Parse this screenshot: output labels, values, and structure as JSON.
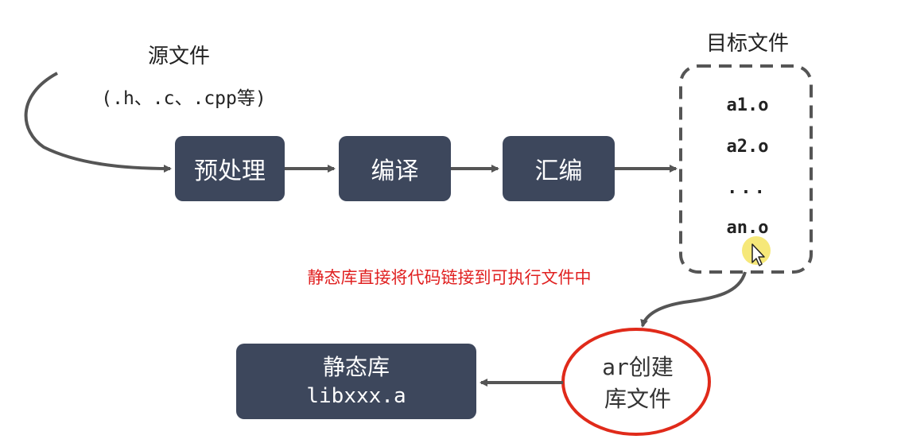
{
  "source": {
    "title": "源文件",
    "subtitle": "(.h、.c、.cpp等)"
  },
  "steps": [
    {
      "label": "预处理"
    },
    {
      "label": "编译"
    },
    {
      "label": "汇编"
    }
  ],
  "objects": {
    "title": "目标文件",
    "files": [
      "a1.o",
      "a2.o",
      "...",
      "an.o"
    ]
  },
  "note": "静态库直接将代码链接到可执行文件中",
  "ar_step": {
    "command": "ar",
    "line1_rest": "创建",
    "line2": "库文件"
  },
  "library": {
    "title": "静态库",
    "file": "libxxx.a"
  },
  "colors": {
    "box_fill": "#3d475c",
    "arrow": "#555555",
    "dashed_border": "#555555",
    "note_text": "#e02020",
    "ellipse_border": "#e02a1a",
    "cursor_highlight": "#f5e66a"
  }
}
